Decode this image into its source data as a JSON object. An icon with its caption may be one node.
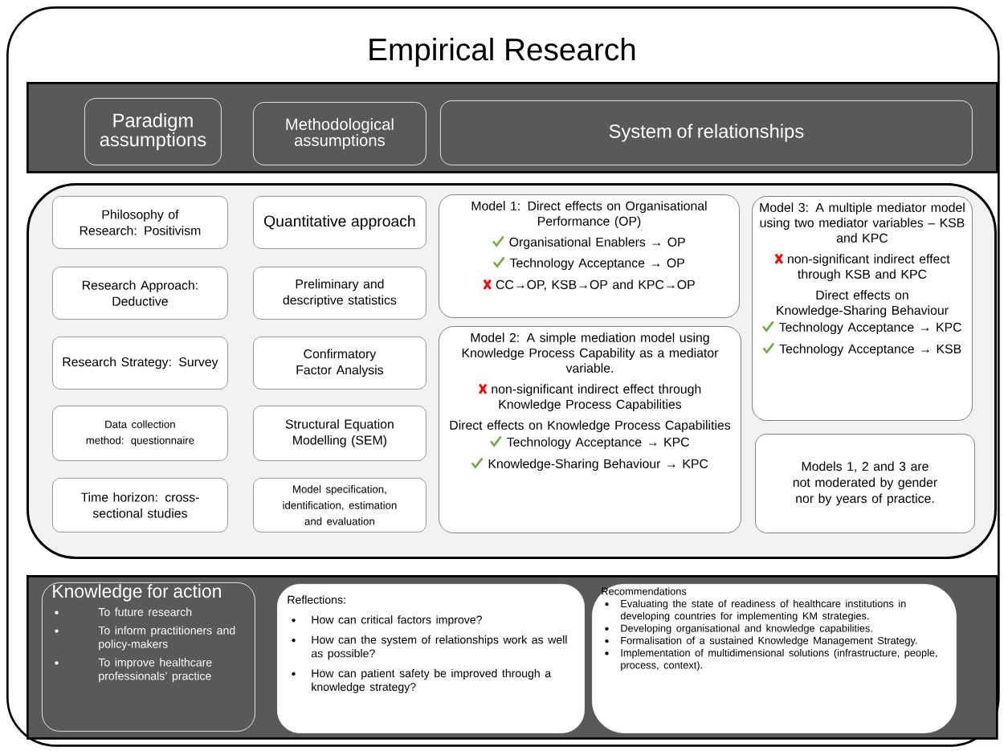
{
  "diagram": {
    "nodes": [
      {
        "text": [
          "Empirical Research"
        ]
      },
      {
        "text": [],
        "shape": "bar",
        "in": 0
      },
      {
        "text": [
          "Paradigm assumptions"
        ],
        "in": 1
      },
      {
        "text": [
          "Methodological assumptions"
        ],
        "in": 1
      },
      {
        "text": [
          "System of relationships"
        ],
        "in": 1
      },
      {
        "text": [],
        "shape": "box",
        "in": 0
      },
      {
        "text": [
          "Philosophy of Research: Positivism"
        ],
        "in": 5
      },
      {
        "text": [
          "Research Approach: Deductive"
        ],
        "in": 5
      },
      {
        "text": [
          "Research Strategy: Survey"
        ],
        "in": 5
      },
      {
        "text": [
          "Data collection method: questionnaire"
        ],
        "in": 5
      },
      {
        "text": [
          "Time horizon: cross-sectional studies"
        ],
        "in": 5
      },
      {
        "text": [
          "Quantitative approach"
        ],
        "in": 5
      },
      {
        "text": [
          "Preliminary and descriptive statistics"
        ],
        "in": 5
      },
      {
        "text": [
          "Confirmatory Factor Analysis"
        ],
        "in": 5
      },
      {
        "text": [
          "Structural Equation Modelling (SEM)"
        ],
        "in": 5
      },
      {
        "text": [
          "Model specification, identification, estimation and evaluation"
        ],
        "in": 5
      },
      {
        "text": [
          "Model 1: Direct effects on Organisational Performance (OP)",
          "Organisational Enablers → OP",
          "Technology Acceptance → OP",
          "CC→OP, KSB→OP and KPC→OP"
        ],
        "in": 5
      },
      {
        "text": [
          "Model 2: A simple mediation model using Knowledge Process Capability as a mediator variable.",
          "non-significant indirect effect through Knowledge Process Capabilities",
          "Direct effects on Knowledge Process Capabilities",
          "Technology Acceptance → KPC",
          "Knowledge-Sharing Behaviour → KPC"
        ],
        "in": 5
      },
      {
        "text": [
          "Model 3: A multiple mediator model using two mediator variables – KSB and KPC",
          "non-significant indirect effect through KSB and KPC",
          "Direct effects on Knowledge-Sharing Behaviour",
          "Technology Acceptance → KPC",
          "Technology Acceptance → KSB"
        ],
        "in": 5
      },
      {
        "text": [
          "Models 1, 2 and 3 are not moderated by gender nor by years of practice."
        ],
        "in": 5
      },
      {
        "text": [],
        "shape": "bar",
        "in": 0
      },
      {
        "text": [
          "Knowledge for action",
          "To future research",
          "To inform practitioners and policy-makers",
          "To improve healthcare professionals’ practice"
        ],
        "in": 20
      },
      {
        "text": [
          "Reflections:",
          "How can critical factors improve?",
          "How can the system of relationships work as well as possible?",
          "How can patient safety be improved through a knowledge strategy?"
        ],
        "in": 20
      },
      {
        "text": [
          "Recommendations",
          "Evaluating the state of readiness of healthcare institutions in developing countries for implementing KM strategies.",
          "Developing organisational and knowledge capabilities.",
          "Formalisation of a sustained Knowledge Management Strategy.",
          "Implementation of multidimensional solutions (infrastructure, people, process, context)."
        ],
        "in": 20
      }
    ]
  }
}
